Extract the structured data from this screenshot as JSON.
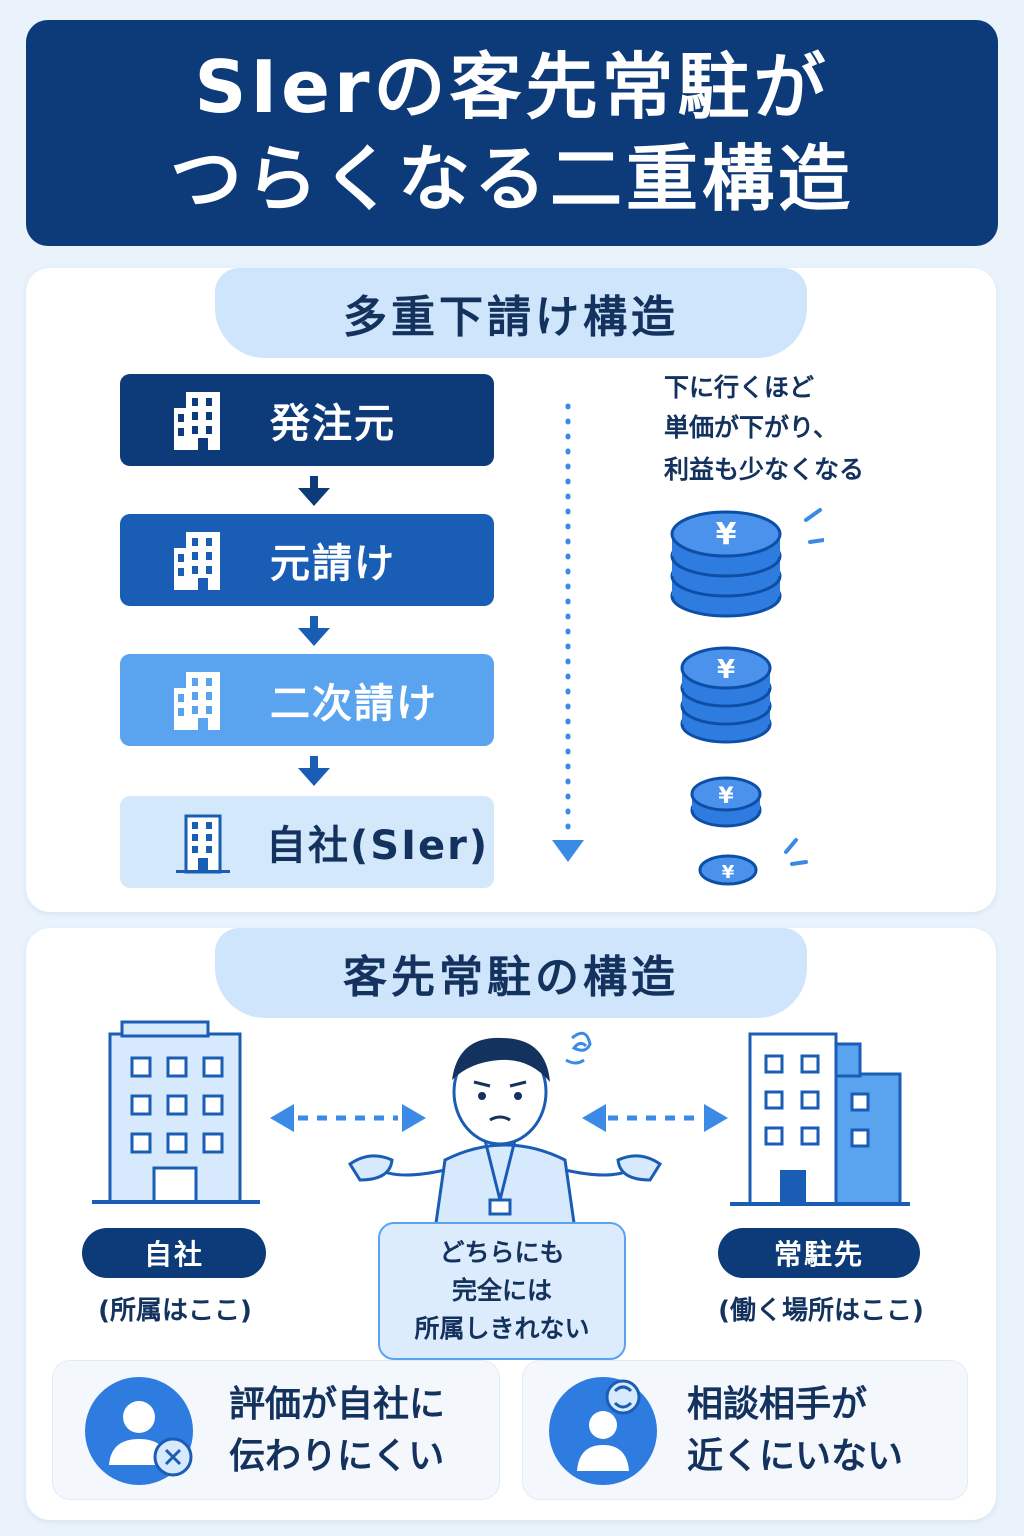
{
  "title": {
    "line1": "SIerの客先常駐が",
    "line2": "つらくなる二重構造"
  },
  "section1": {
    "heading": "多重下請け構造",
    "tiers": [
      {
        "label": "発注元"
      },
      {
        "label": "元請け"
      },
      {
        "label": "二次請け"
      },
      {
        "label": "自社(SIer)"
      }
    ],
    "note_lines": [
      "下に行くほど",
      "単価が下がり、",
      "利益も少なくなる"
    ],
    "coin_symbol": "¥"
  },
  "section2": {
    "heading": "客先常駐の構造",
    "own_company": {
      "label": "自社",
      "sub": "(所属はここ)"
    },
    "client_site": {
      "label": "常駐先",
      "sub": "(働く場所はここ)"
    },
    "speech_lines": [
      "どちらにも",
      "完全には",
      "所属しきれない"
    ],
    "issues": [
      {
        "lines": [
          "評価が自社に",
          "伝わりにくい"
        ],
        "icon": "person-x-icon"
      },
      {
        "lines": [
          "相談相手が",
          "近くにいない"
        ],
        "icon": "person-chat-icon"
      }
    ]
  },
  "colors": {
    "navy": "#0d3a78",
    "blue": "#1a5db5",
    "mid_blue": "#5aa4ef",
    "light_blue": "#d4e8fb",
    "background": "#eaf3fc"
  }
}
